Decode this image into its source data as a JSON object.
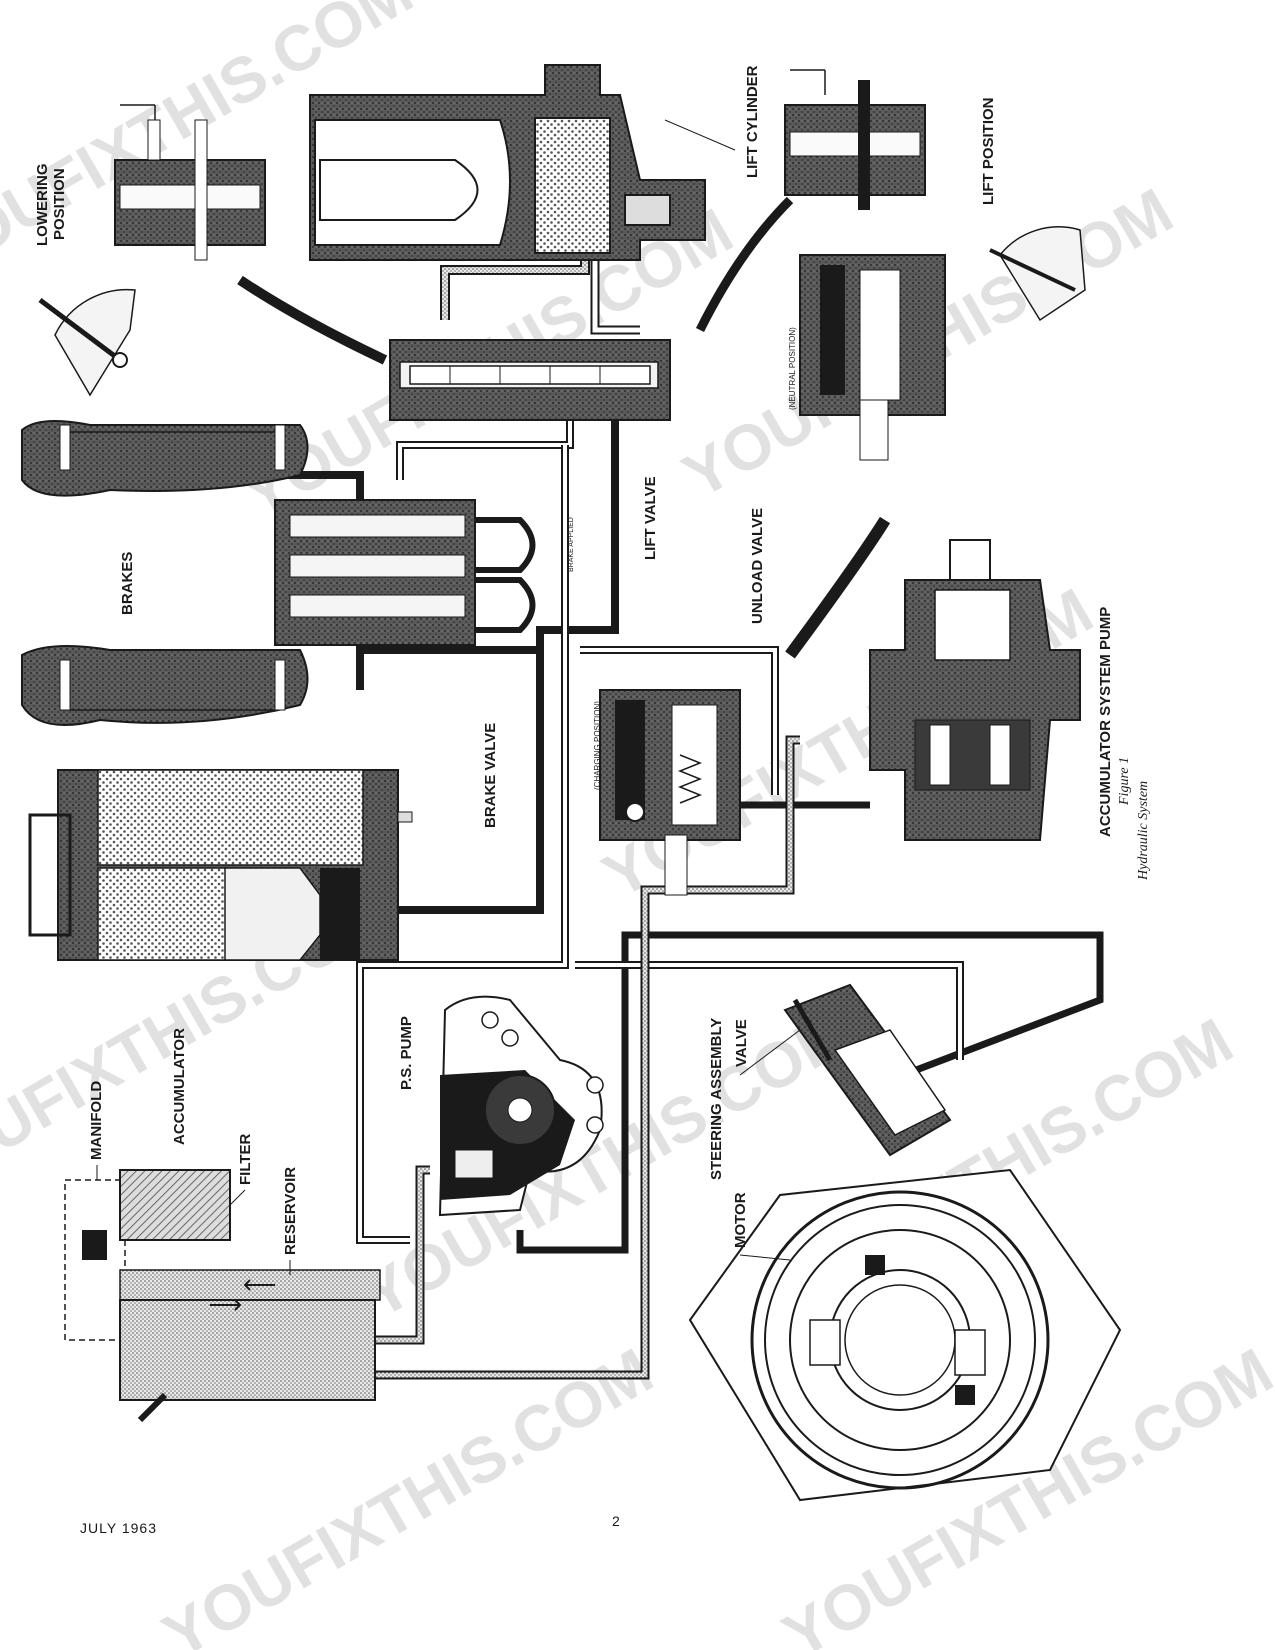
{
  "labels": {
    "lowering_position": [
      "LOWERING",
      "POSITION"
    ],
    "lift_cylinder": "LIFT CYLINDER",
    "lift_position": "LIFT POSITION",
    "neutral_position": "(NEUTRAL POSITION)",
    "brakes": "BRAKES",
    "brake_applied": "BRAKE APPLIED",
    "lift_valve": "LIFT VALVE",
    "unload_valve": "UNLOAD VALVE",
    "charging_position": "(CHARGING POSITION)",
    "brake_valve": "BRAKE VALVE",
    "accumulator": "ACCUMULATOR",
    "manifold": "MANIFOLD",
    "filter": "FILTER",
    "reservoir": "RESERVOIR",
    "ps_pump": "P.S. PUMP",
    "steering_assembly": "STEERING ASSEMBLY",
    "valve": "VALVE",
    "motor": "MOTOR"
  },
  "caption": {
    "title": "ACCUMULATOR SYSTEM PUMP",
    "figure": "Figure 1",
    "subtitle": "Hydraulic System"
  },
  "footer": {
    "date": "JULY 1963",
    "page": "2"
  },
  "watermark": "YOUFIXTHIS.COM",
  "colors": {
    "ink": "#1a1a1a",
    "casting": "#3a3a3a",
    "stipple": "#8a8a8a",
    "paper": "#ffffff",
    "watermark": "#c9c9c9"
  }
}
